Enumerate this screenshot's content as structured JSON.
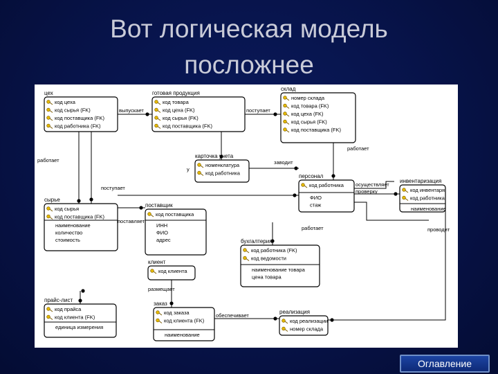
{
  "slide": {
    "title_line1": "Вот логическая модель",
    "title_line2": "посложнее",
    "nav_button": "Оглавление"
  },
  "diagram": {
    "entities": [
      {
        "id": "tseh",
        "title": "цех",
        "keys": [
          "код цеха",
          "код сырья (FK)",
          "код поставщика (FK)",
          "код работника (FK)"
        ],
        "attrs": []
      },
      {
        "id": "gotovaya",
        "title": "готовая продукция",
        "keys": [
          "код товара",
          "код цеха (FK)",
          "код сырья (FK)",
          "код поставщика (FK)"
        ],
        "attrs": []
      },
      {
        "id": "sklad",
        "title": "склад",
        "keys": [
          "номер склада",
          "код товара (FK)",
          "код цеха (FK)",
          "код сырья (FK)",
          "код поставщика (FK)"
        ],
        "attrs": []
      },
      {
        "id": "kartochka",
        "title": "карточка учета",
        "keys": [
          "номенклатура",
          "код работника"
        ],
        "attrs": []
      },
      {
        "id": "personal",
        "title": "персонал",
        "keys": [
          "код работника"
        ],
        "attrs": [
          "ФИО",
          "стаж"
        ]
      },
      {
        "id": "inventar",
        "title": "инвентаризация",
        "keys": [
          "код инвентаря",
          "код работника"
        ],
        "attrs": [
          "наименование"
        ]
      },
      {
        "id": "syrye",
        "title": "сырье",
        "keys": [
          "код сырья",
          "код поставщика (FK)"
        ],
        "attrs": [
          "наименование",
          "количество",
          "стоимость"
        ]
      },
      {
        "id": "postavshik",
        "title": "поставщик",
        "keys": [
          "код поставщика"
        ],
        "attrs": [
          "ИНН",
          "ФИО",
          "адрес"
        ]
      },
      {
        "id": "buhgalteria",
        "title": "бухгалтерия",
        "keys": [
          "код работника (FK)",
          "код ведомости"
        ],
        "attrs": [
          "наименование товара",
          "цена товара"
        ]
      },
      {
        "id": "klient",
        "title": "клиент",
        "keys": [
          "код клиента"
        ],
        "attrs": []
      },
      {
        "id": "prays",
        "title": "прайс-лист",
        "keys": [
          "код прайса",
          "код клиента (FK)"
        ],
        "attrs": [
          "единица измерения"
        ]
      },
      {
        "id": "zakaz",
        "title": "заказ",
        "keys": [
          "код заказа",
          "код клиента (FK)"
        ],
        "attrs": [
          "наименование"
        ]
      },
      {
        "id": "realizacia",
        "title": "реализация",
        "keys": [
          "код реализации",
          "номер склада"
        ],
        "attrs": []
      }
    ],
    "relationships": [
      "выпускает",
      "поступает",
      "работает",
      "поступает",
      "у",
      "заводит",
      "осуществляет",
      "проверку",
      "работает",
      "поставляет",
      "проводит",
      "работает",
      "размещает",
      "обеспечивает"
    ]
  }
}
